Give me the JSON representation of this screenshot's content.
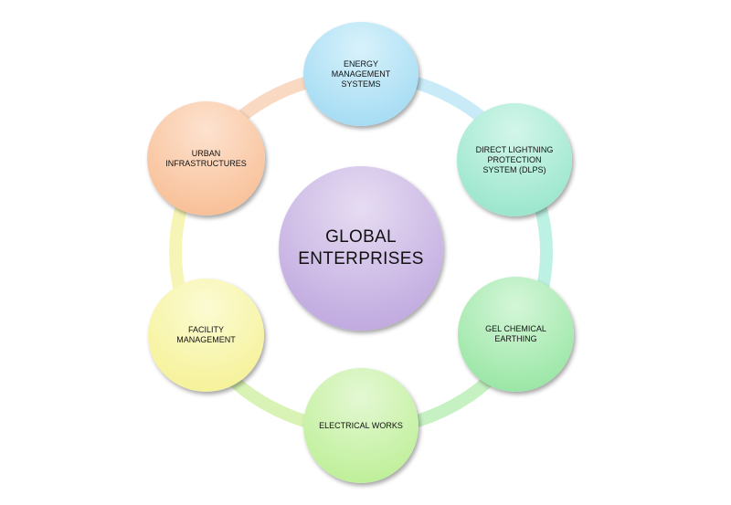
{
  "center": {
    "label": "GLOBAL\nENTERPRISES",
    "color_light": "#e6dcf2",
    "color_dark": "#b9a0dc"
  },
  "nodes": [
    {
      "label": "ENERGY\nMANAGEMENT\nSYSTEMS",
      "color_light": "#d8f2fb",
      "color_dark": "#9ad7f2"
    },
    {
      "label": "DIRECT  LIGHTNING\nPROTECTION\nSYSTEM (DLPS)",
      "color_light": "#d3f6ea",
      "color_dark": "#8fe3c6"
    },
    {
      "label": "GEL CHEMICAL\nEARTHING",
      "color_light": "#d4f6d8",
      "color_dark": "#8ee39b"
    },
    {
      "label": "ELECTRICAL WORKS",
      "color_light": "#e4f8d3",
      "color_dark": "#b7ee8e"
    },
    {
      "label": "FACILITY\nMANAGEMENT",
      "color_light": "#fbfbd3",
      "color_dark": "#f5f08e"
    },
    {
      "label": "URBAN\nINFRASTRUCTURES",
      "color_light": "#fde2cf",
      "color_dark": "#f7b98c"
    }
  ],
  "ring_colors": [
    "#c9ebf8",
    "#bdf1e3",
    "#c6f1c2",
    "#d9f3b6",
    "#f7f5b6",
    "#f9d9c2"
  ]
}
